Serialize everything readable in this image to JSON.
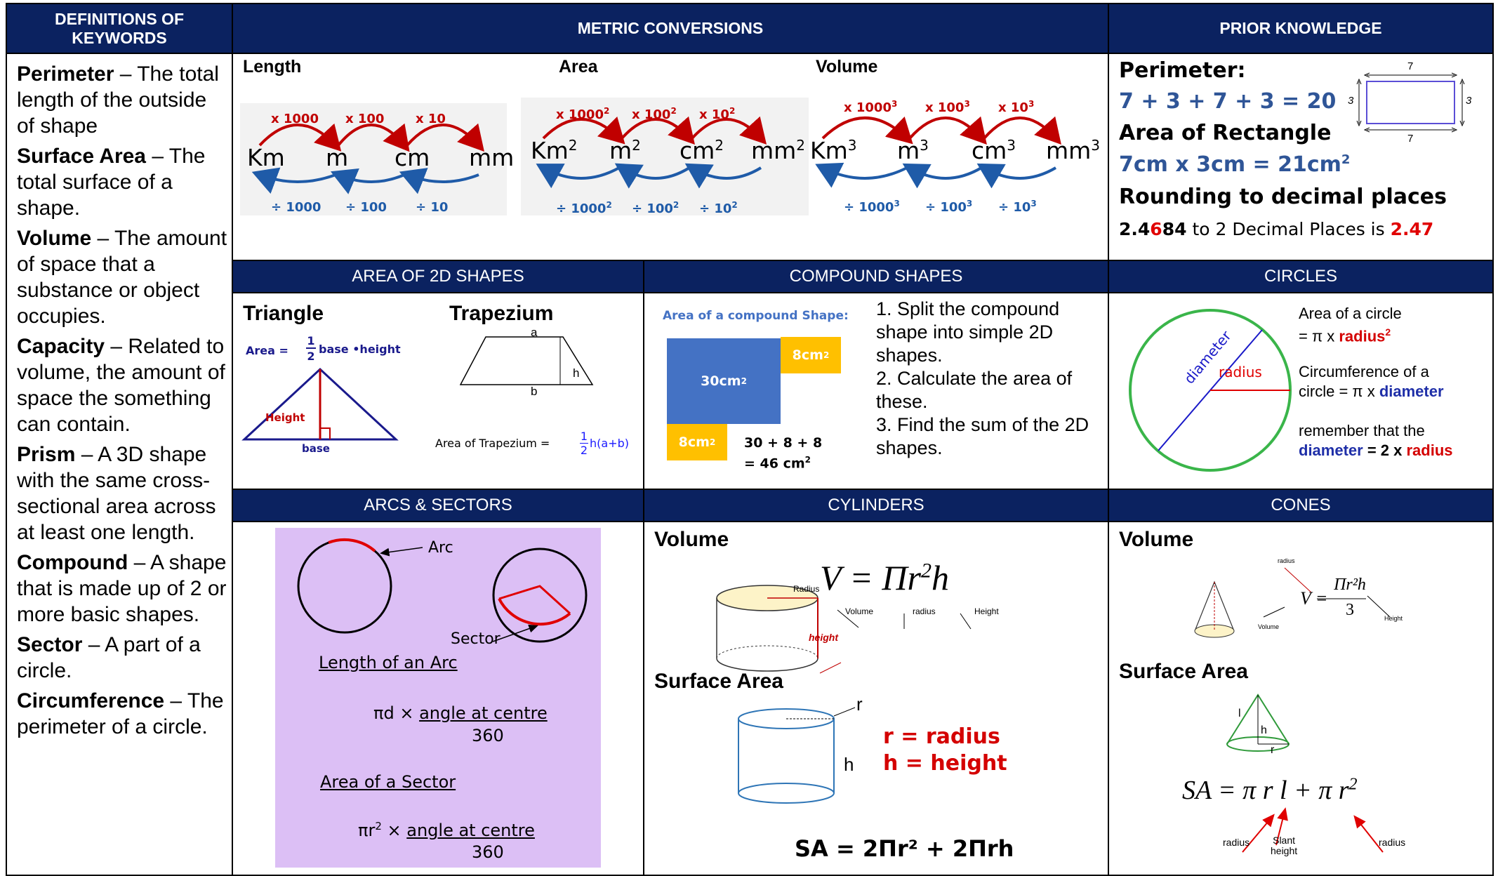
{
  "headers": {
    "definitions": "DEFINITIONS OF KEYWORDS",
    "metric": "METRIC CONVERSIONS",
    "prior": "PRIOR KNOWLEDGE",
    "area2d": "AREA OF 2D SHAPES",
    "compound": "COMPOUND SHAPES",
    "circles": "CIRCLES",
    "arcs": "ARCS & SECTORS",
    "cylinders": "CYLINDERS",
    "cones": "CONES"
  },
  "definitions": [
    {
      "term": "Perimeter",
      "text": " – The total length of the outside of shape"
    },
    {
      "term": "Surface Area",
      "text": " – The total surface of a shape."
    },
    {
      "term": "Volume",
      "text": " – The amount of space that a substance or object occupies."
    },
    {
      "term": "Capacity",
      "text": " – Related to volume, the amount of space the something can contain."
    },
    {
      "term": "Prism",
      "text": " – A 3D shape with the same cross-sectional area across at least one length."
    },
    {
      "term": "Compound",
      "text": " – A shape that is made up of 2 or more basic shapes."
    },
    {
      "term": "Sector",
      "text": " – A part of a circle."
    },
    {
      "term": "Circumference",
      "text": " – The perimeter of a circle."
    }
  ],
  "metric": {
    "length": {
      "label": "Length",
      "units": [
        "Km",
        "m",
        "cm",
        "mm"
      ],
      "up": [
        "x 1000",
        "x 100",
        "x 10"
      ],
      "down": [
        "÷ 1000",
        "÷ 100",
        "÷ 10"
      ]
    },
    "area": {
      "label": "Area",
      "units": [
        "Km",
        "m",
        "cm",
        "mm"
      ],
      "power": "2",
      "up": [
        "x 1000",
        "x 100",
        "x 10"
      ],
      "down": [
        "÷ 1000",
        "÷ 100",
        "÷ 10"
      ]
    },
    "volume": {
      "label": "Volume",
      "units": [
        "Km",
        "m",
        "cm",
        "mm"
      ],
      "power": "3",
      "up": [
        "x 1000",
        "x 100",
        "x 10"
      ],
      "down": [
        "÷ 1000",
        "÷ 100",
        "÷ 10"
      ]
    }
  },
  "prior": {
    "perimeter_title": "Perimeter:",
    "perimeter_calc": "7 + 3 + 7 + 3 = 20",
    "area_title": "Area of Rectangle",
    "area_calc": "7cm x 3cm = 21cm",
    "area_power": "2",
    "rounding_title": "Rounding to decimal places",
    "rounding_a": "2.4",
    "rounding_digit": "6",
    "rounding_b": "84",
    "rounding_mid": " to 2 Decimal Places is ",
    "rounding_result": "2.47",
    "rect_top": "7",
    "rect_bottom": "7",
    "rect_left": "3",
    "rect_right": "3"
  },
  "area2d": {
    "triangle_title": "Triangle",
    "trapezium_title": "Trapezium",
    "tri_area": "Area =",
    "tri_num": "1",
    "tri_den": "2",
    "tri_rest": "base •height",
    "tri_height": "Height",
    "tri_base": "base",
    "trap_a": "a",
    "trap_b": "b",
    "trap_h": "h",
    "trap_formula_label": "Area of Trapezium   =",
    "trap_num": "1",
    "trap_den": "2",
    "trap_rest": "h(a+b)"
  },
  "compound": {
    "title": "Area of a compound Shape:",
    "big": "30cm",
    "small_top": "8cm",
    "small_bottom": "8cm",
    "power": "2",
    "sum1": "30 + 8 + 8",
    "sum2": "= 46 cm",
    "steps": [
      "1.     Split the compound shape into simple 2D shapes.",
      "2.     Calculate the area of these.",
      "3.     Find the sum of the 2D shapes."
    ]
  },
  "circles": {
    "diameter": "diameter",
    "radius": "radius",
    "area_line1": "Area of a circle",
    "area_line2": "= π x ",
    "area_radius": "radius",
    "area_power": "2",
    "circ_line1": "Circumference of a",
    "circ_line2": "circle = π x ",
    "circ_diameter": "diameter",
    "rem_line1": "remember that the",
    "rem_diameter": "diameter",
    "rem_mid": " = 2 x ",
    "rem_radius": "radius"
  },
  "arcs": {
    "arc": "Arc",
    "sector": "Sector",
    "len_title": "Length of an Arc",
    "len_prefix": "πd  ×  ",
    "angle": "angle at centre",
    "den": "360",
    "sec_title": "Area of a Sector",
    "sec_prefix": "πr",
    "sec_power": "2",
    "sec_mult": "  ×  "
  },
  "cylinders": {
    "volume_title": "Volume",
    "formula_v": "V = Πr",
    "formula_pow": "2",
    "formula_h": "h",
    "lbl_radius": "Radius",
    "lbl_volume": "Volume",
    "lbl_radius2": "radius",
    "lbl_height": "Height",
    "lbl_height_red": "height",
    "sa_title": "Surface Area",
    "r": "r",
    "h": "h",
    "r_eq": "r  = radius",
    "h_eq": "h = height",
    "sa_formula": "SA = 2Πr² + 2Πrh"
  },
  "cones": {
    "volume_title": "Volume",
    "v": "V =",
    "num": "Πr²h",
    "den": "3",
    "lbl_radius": "radius",
    "lbl_volume": "Volume",
    "lbl_height": "Height",
    "sa_title": "Surface Area",
    "l": "l",
    "h": "h",
    "r": "r",
    "sa_formula": "SA = π r l + π r",
    "sa_pow": "2",
    "lbl_radius_a": "radius",
    "lbl_slant1": "Slant",
    "lbl_slant2": "height",
    "lbl_radius_b": "radius"
  },
  "colors": {
    "header_bg": "#0b2260",
    "red": "#c00000",
    "blue": "#1f5ba8",
    "purple_bg": "#dcbff5",
    "compound_blue": "#4472c4",
    "compound_yellow": "#ffc000"
  }
}
